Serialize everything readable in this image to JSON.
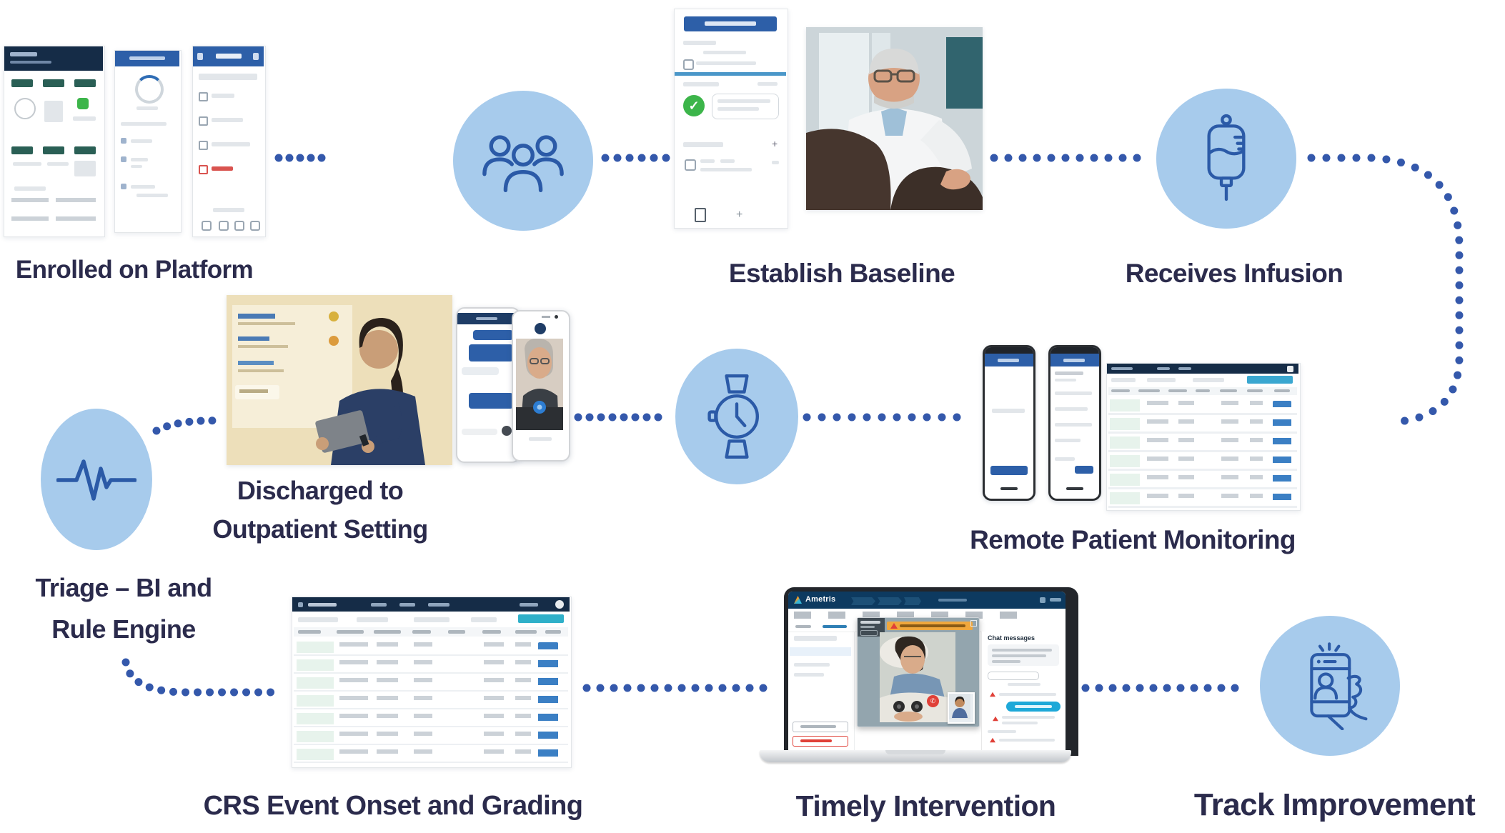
{
  "meta": {
    "diagram_type": "patient-journey-flow"
  },
  "palette": {
    "bg": "#ffffff",
    "label_color": "#2b2b4c",
    "dot_color": "#3458ab",
    "circle_fill": "#a7cbec",
    "icon_stroke": "#2b5aa7",
    "header_navy": "#0d3a60",
    "dark_navy": "#152c47",
    "blue": "#2d5fa8",
    "teal": "#2fb0c9",
    "chip_blue": "#3b7fc4",
    "green": "#3cb54a",
    "orange": "#f0a73c",
    "red": "#e04038"
  },
  "steps": {
    "enrolled": {
      "label": "Enrolled on Platform"
    },
    "care_team": {
      "icon": "people-group-icon"
    },
    "baseline": {
      "label": "Establish Baseline"
    },
    "infusion": {
      "label": "Receives Infusion",
      "icon": "iv-bag-icon"
    },
    "discharged": {
      "label": "Discharged to Outpatient Setting"
    },
    "wear_time": {
      "icon": "wristwatch-icon"
    },
    "rpm": {
      "label": "Remote Patient Monitoring"
    },
    "triage": {
      "label": "Triage – BI and Rule Engine",
      "icon": "heartbeat-pulse-icon"
    },
    "crs": {
      "label": "CRS Event Onset and Grading"
    },
    "intervention": {
      "label": "Timely Intervention"
    },
    "track": {
      "label": "Track Improvement",
      "icon": "phone-in-hand-icon"
    }
  },
  "laptop_app": {
    "brand": "Ametris",
    "chat_panel_title": "Chat messages"
  }
}
